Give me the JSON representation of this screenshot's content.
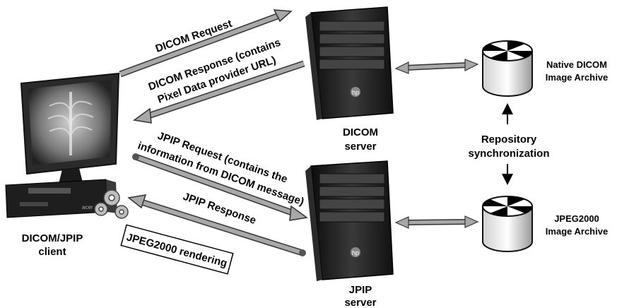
{
  "labels": {
    "dicom_request": "DICOM Request",
    "dicom_response_line1": "DICOM Response (contains",
    "dicom_response_line2": "Pixel Data provider URL)",
    "jpip_request_line1": "JPIP Request (contains the",
    "jpip_request_line2": "information from DICOM message)",
    "jpip_response": "JPIP Response",
    "jpeg2000_rendering": "JPEG2000 rendering",
    "client_line1": "DICOM/JPIP",
    "client_line2": "client",
    "dicom_server_line1": "DICOM",
    "dicom_server_line2": "server",
    "jpip_server_line1": "JPIP",
    "jpip_server_line2": "server",
    "native_archive_line1": "Native DICOM",
    "native_archive_line2": "Image Archive",
    "jpeg2000_archive_line1": "JPEG2000",
    "jpeg2000_archive_line2": "Image Archive",
    "sync_line1": "Repository",
    "sync_line2": "synchronization",
    "server_logo": "hp",
    "pc_brand": "acer"
  },
  "colors": {
    "arrow_fill": "#9a9a9a",
    "server_body": "#1e1e1e",
    "monitor_frame": "#2a2a2a"
  }
}
